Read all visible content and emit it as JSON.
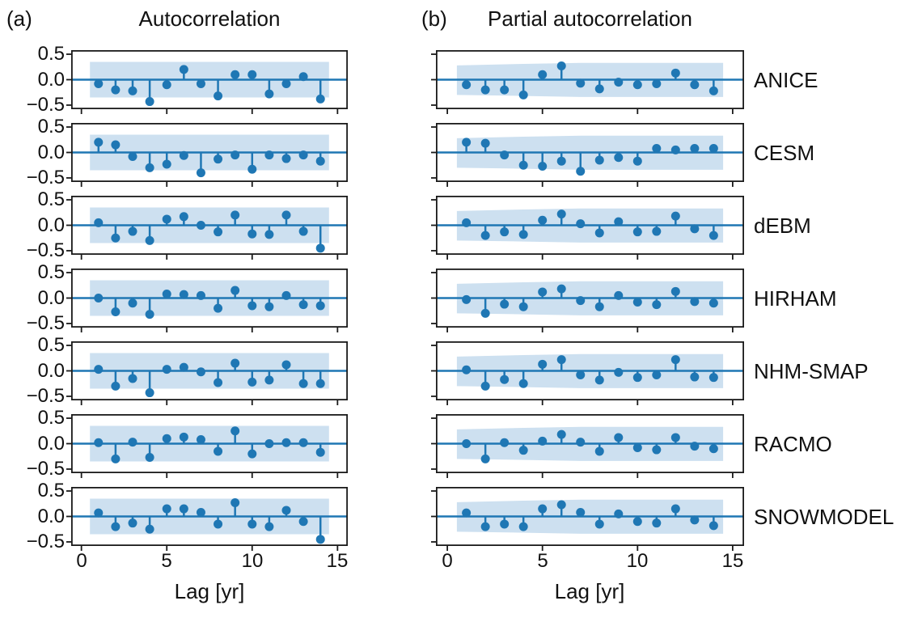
{
  "figure": {
    "panel_a_tag": "(a)",
    "panel_b_tag": "(b)",
    "title_a": "Autocorrelation",
    "title_b": "Partial autocorrelation",
    "xlabel": "Lag [yr]",
    "x_ticks": [
      "0",
      "5",
      "10",
      "15"
    ],
    "y_ticks": [
      "0.5",
      "0.0",
      "−0.5"
    ]
  },
  "chart_data": {
    "type": "stem",
    "description": "Autocorrelation (a) and partial autocorrelation (b) of 7 model time series, lags 1-14, with shaded confidence bands",
    "lags": [
      1,
      2,
      3,
      4,
      5,
      6,
      7,
      8,
      9,
      10,
      11,
      12,
      13,
      14
    ],
    "xlim": [
      -0.6,
      15.6
    ],
    "ylim": [
      -0.58,
      0.58
    ],
    "x_ticks": [
      0,
      5,
      10,
      15
    ],
    "y_ticks": [
      0.5,
      0.0,
      -0.5
    ],
    "xlabel": "Lag [yr]",
    "panels": [
      {
        "id": "a",
        "title": "Autocorrelation",
        "series_key": "acf"
      },
      {
        "id": "b",
        "title": "Partial autocorrelation",
        "series_key": "pacf"
      }
    ],
    "colors": {
      "stem": "#1f77b4",
      "band": "#cde0f0",
      "spine": "#1a1a1a"
    },
    "confidence_band": {
      "acf": {
        "x": [
          0.5,
          14.5
        ],
        "upper": [
          0.35,
          0.35
        ],
        "lower": [
          -0.35,
          -0.35
        ]
      },
      "pacf": {
        "x": [
          0.5,
          4,
          7,
          14.5
        ],
        "upper": [
          0.28,
          0.31,
          0.33,
          0.33
        ],
        "lower": [
          -0.3,
          -0.32,
          -0.34,
          -0.34
        ]
      }
    },
    "models": [
      {
        "name": "ANICE",
        "acf": [
          -0.08,
          -0.2,
          -0.22,
          -0.43,
          -0.1,
          0.2,
          -0.08,
          -0.32,
          0.1,
          0.1,
          -0.28,
          -0.08,
          0.06,
          -0.38
        ],
        "pacf": [
          -0.1,
          -0.2,
          -0.2,
          -0.3,
          0.1,
          0.27,
          -0.07,
          -0.18,
          -0.05,
          -0.1,
          -0.08,
          0.13,
          -0.1,
          -0.22
        ]
      },
      {
        "name": "CESM",
        "acf": [
          0.2,
          0.15,
          -0.08,
          -0.3,
          -0.23,
          -0.06,
          -0.4,
          -0.13,
          -0.05,
          -0.33,
          -0.05,
          -0.12,
          -0.05,
          -0.17
        ],
        "pacf": [
          0.2,
          0.18,
          -0.05,
          -0.25,
          -0.27,
          -0.17,
          -0.37,
          -0.15,
          -0.1,
          -0.17,
          0.08,
          0.05,
          0.08,
          0.08
        ]
      },
      {
        "name": "dEBM",
        "acf": [
          0.05,
          -0.25,
          -0.12,
          -0.3,
          0.12,
          0.17,
          0.0,
          -0.13,
          0.2,
          -0.17,
          -0.18,
          0.2,
          -0.12,
          -0.45
        ],
        "pacf": [
          0.05,
          -0.2,
          -0.13,
          -0.18,
          0.1,
          0.22,
          0.03,
          -0.15,
          0.07,
          -0.13,
          -0.12,
          0.18,
          -0.07,
          -0.2
        ]
      },
      {
        "name": "HIRHAM",
        "acf": [
          0.0,
          -0.27,
          -0.1,
          -0.32,
          0.08,
          0.07,
          0.05,
          -0.2,
          0.15,
          -0.15,
          -0.17,
          0.05,
          -0.13,
          -0.15
        ],
        "pacf": [
          -0.03,
          -0.3,
          -0.12,
          -0.17,
          0.12,
          0.18,
          -0.05,
          -0.17,
          0.05,
          -0.08,
          -0.13,
          0.13,
          -0.07,
          -0.1
        ]
      },
      {
        "name": "NHM-SMAP",
        "acf": [
          0.03,
          -0.3,
          -0.15,
          -0.43,
          0.03,
          0.07,
          -0.02,
          -0.23,
          0.15,
          -0.22,
          -0.18,
          0.12,
          -0.25,
          -0.25
        ],
        "pacf": [
          0.02,
          -0.3,
          -0.17,
          -0.25,
          0.13,
          0.22,
          -0.08,
          -0.18,
          -0.03,
          -0.13,
          -0.08,
          0.22,
          -0.12,
          -0.13
        ]
      },
      {
        "name": "RACMO",
        "acf": [
          0.02,
          -0.3,
          0.03,
          -0.27,
          0.1,
          0.13,
          0.08,
          -0.15,
          0.25,
          -0.2,
          0.0,
          0.02,
          0.02,
          -0.17
        ],
        "pacf": [
          0.0,
          -0.3,
          0.02,
          -0.13,
          0.05,
          0.18,
          0.03,
          -0.15,
          0.12,
          -0.08,
          -0.12,
          0.12,
          -0.05,
          -0.1
        ]
      },
      {
        "name": "SNOWMODEL",
        "acf": [
          0.07,
          -0.2,
          -0.13,
          -0.25,
          0.15,
          0.15,
          0.08,
          -0.15,
          0.27,
          -0.15,
          -0.2,
          0.12,
          -0.1,
          -0.45
        ],
        "pacf": [
          0.07,
          -0.2,
          -0.15,
          -0.2,
          0.15,
          0.23,
          0.08,
          -0.15,
          0.05,
          -0.1,
          -0.13,
          0.15,
          -0.07,
          -0.18
        ]
      }
    ]
  }
}
